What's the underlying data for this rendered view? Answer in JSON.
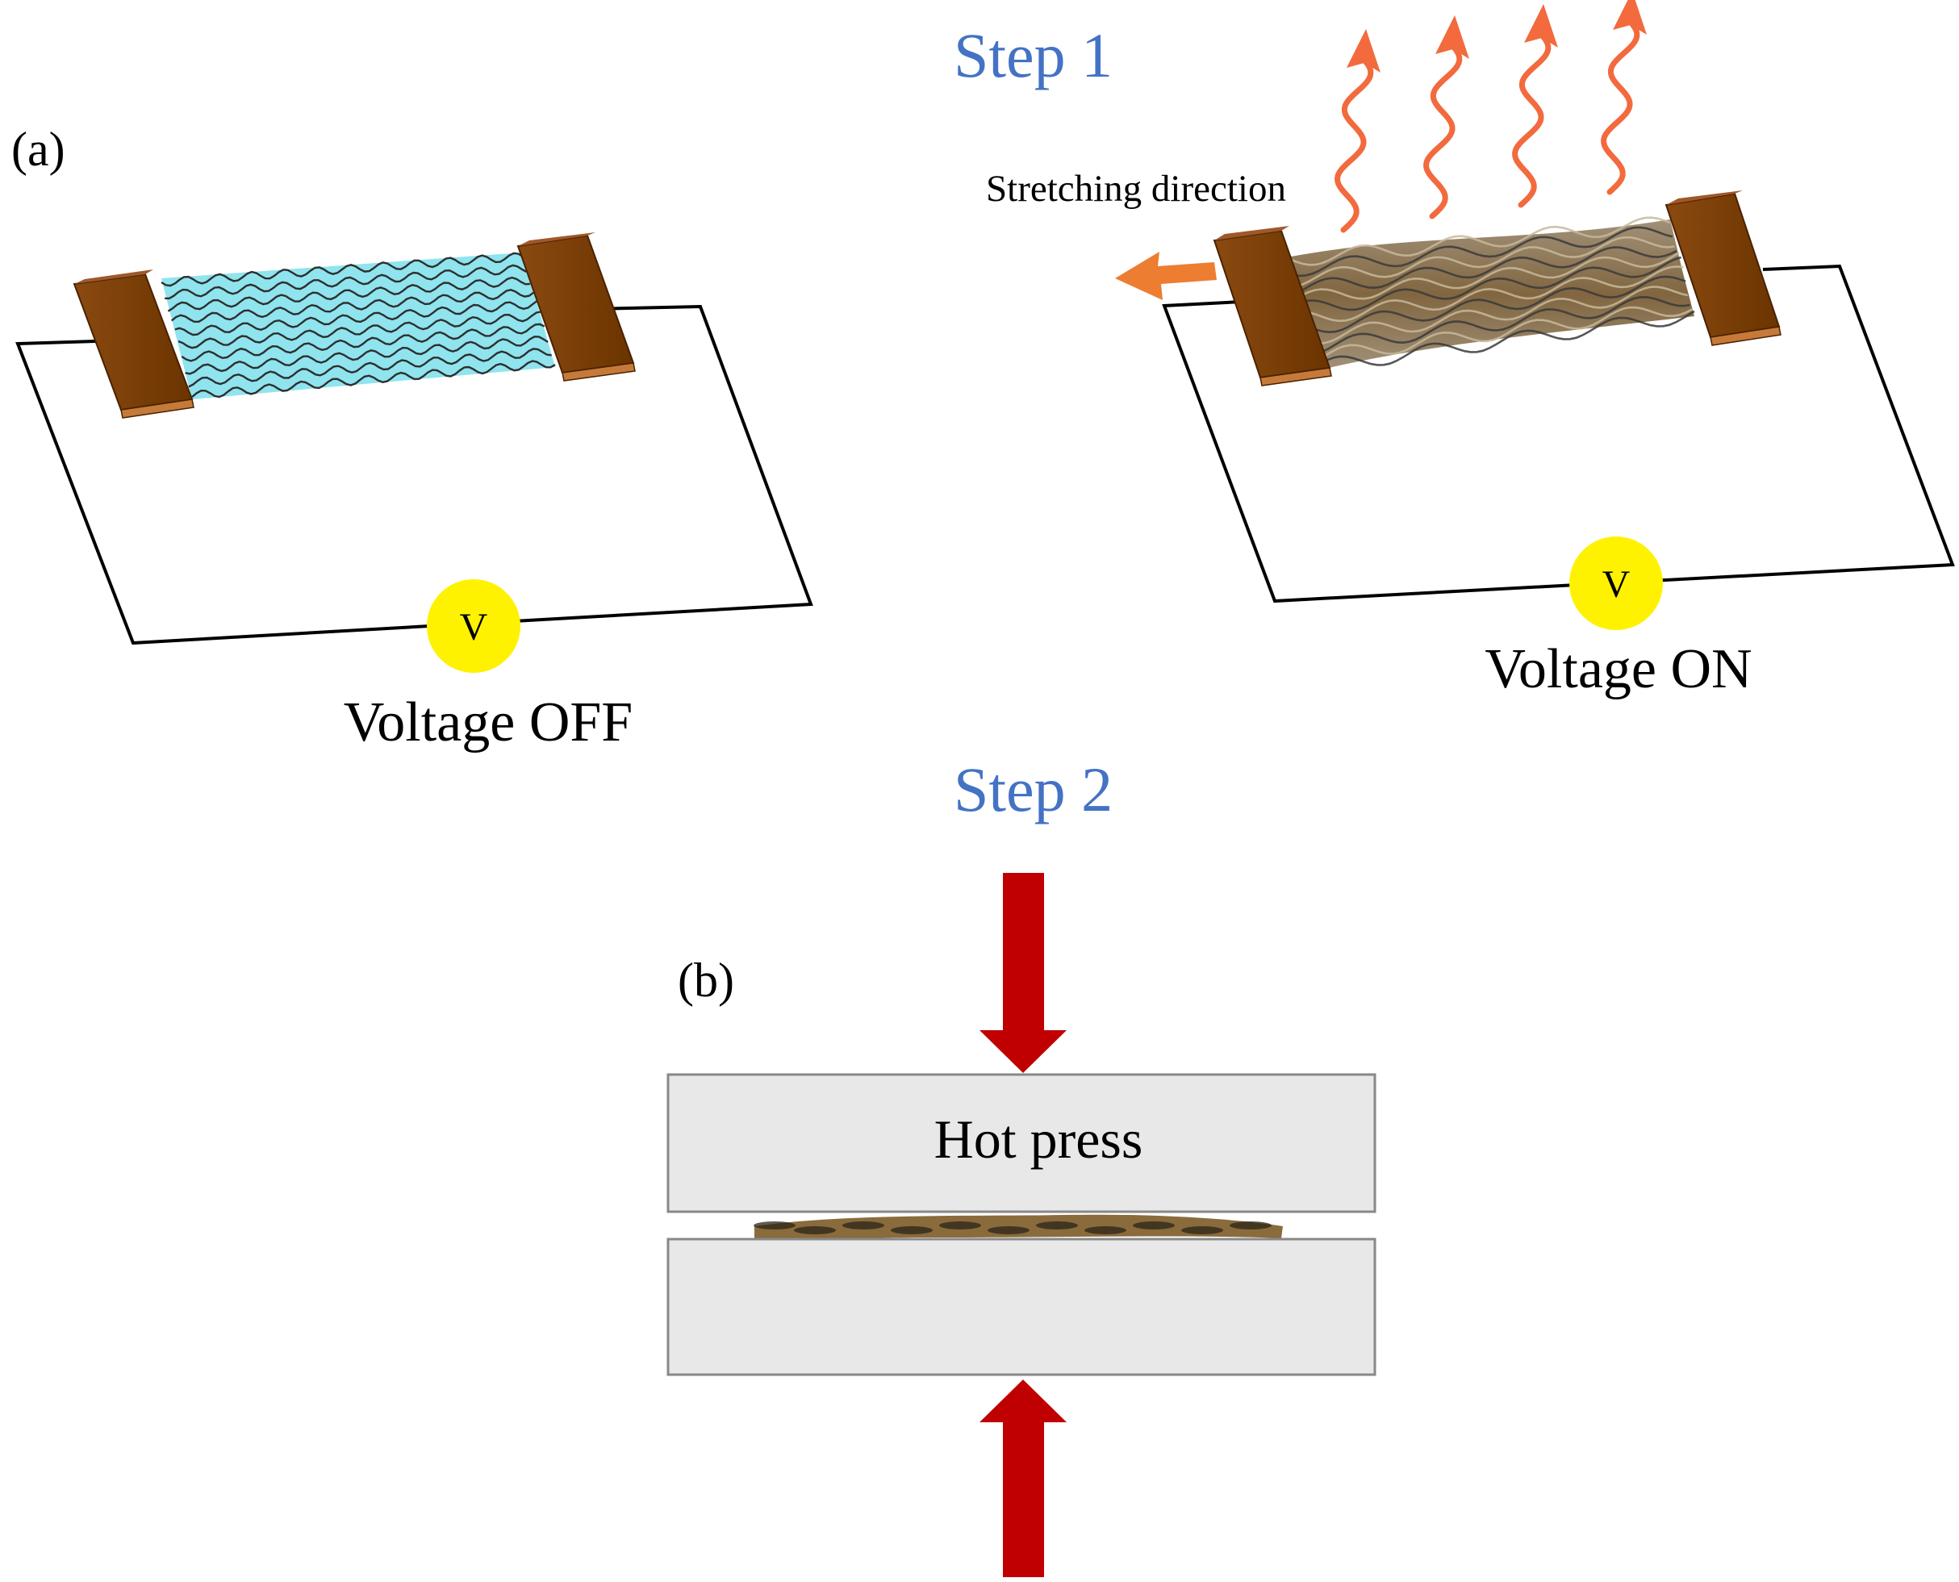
{
  "labels": {
    "step1": "Step 1",
    "step2": "Step 2",
    "panel_a": "(a)",
    "panel_b": "(b)",
    "voltage_off": "Voltage OFF",
    "voltage_on": "Voltage ON",
    "stretching_direction": "Stretching direction",
    "hot_press": "Hot press",
    "voltmeter_left": "V",
    "voltmeter_right": "V"
  },
  "colors": {
    "step_text": "#4472C4",
    "electrode": "#7B3F00",
    "electrode_edge": "#B86A2A",
    "fiber_light": "#8FE4EE",
    "fiber_dark": "#2E2E2E",
    "fiber_stretched": "#8A6B3C",
    "voltmeter": "#FFF200",
    "heat_arrow": "#F26A3D",
    "stretch_arrow": "#ED7D31",
    "press_arrow": "#C00000",
    "press_plate": "#E8E8E8"
  },
  "icons": {
    "heat": "wavy-up-arrow",
    "stretch": "left-block-arrow",
    "press": "vertical-block-arrow"
  }
}
